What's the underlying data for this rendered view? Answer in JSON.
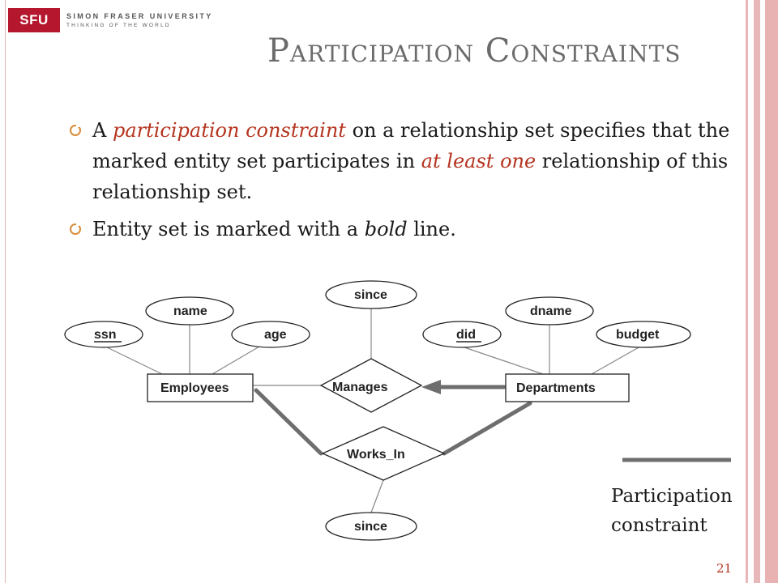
{
  "logo": {
    "abbr": "SFU",
    "name": "SIMON FRASER UNIVERSITY",
    "tagline": "THINKING OF THE WORLD"
  },
  "slide": {
    "title": "Participation Constraints",
    "bullet1": {
      "part1": "A ",
      "term": "participation constraint",
      "part2": " on a relationship set specifies that the marked entity set participates in ",
      "emph": "at least one",
      "part3": " relationship of this relationship set."
    },
    "bullet2": {
      "part1": "Entity set is marked with a ",
      "emph": "bold",
      "part2": " line."
    },
    "page_number": "21"
  },
  "diagram": {
    "entities": {
      "employees": "Employees",
      "departments": "Departments"
    },
    "relationships": {
      "manages": "Manages",
      "works_in": "Works_In"
    },
    "attributes": {
      "ssn": "ssn",
      "name": "name",
      "age": "age",
      "since_manages": "since",
      "since_works_in": "since",
      "did": "did",
      "dname": "dname",
      "budget": "budget"
    },
    "legend": {
      "line1": "Participation",
      "line2": "constraint"
    },
    "colors": {
      "bold_line": "#6e6e6e",
      "outline": "#222222",
      "thin_line": "#888888"
    }
  }
}
